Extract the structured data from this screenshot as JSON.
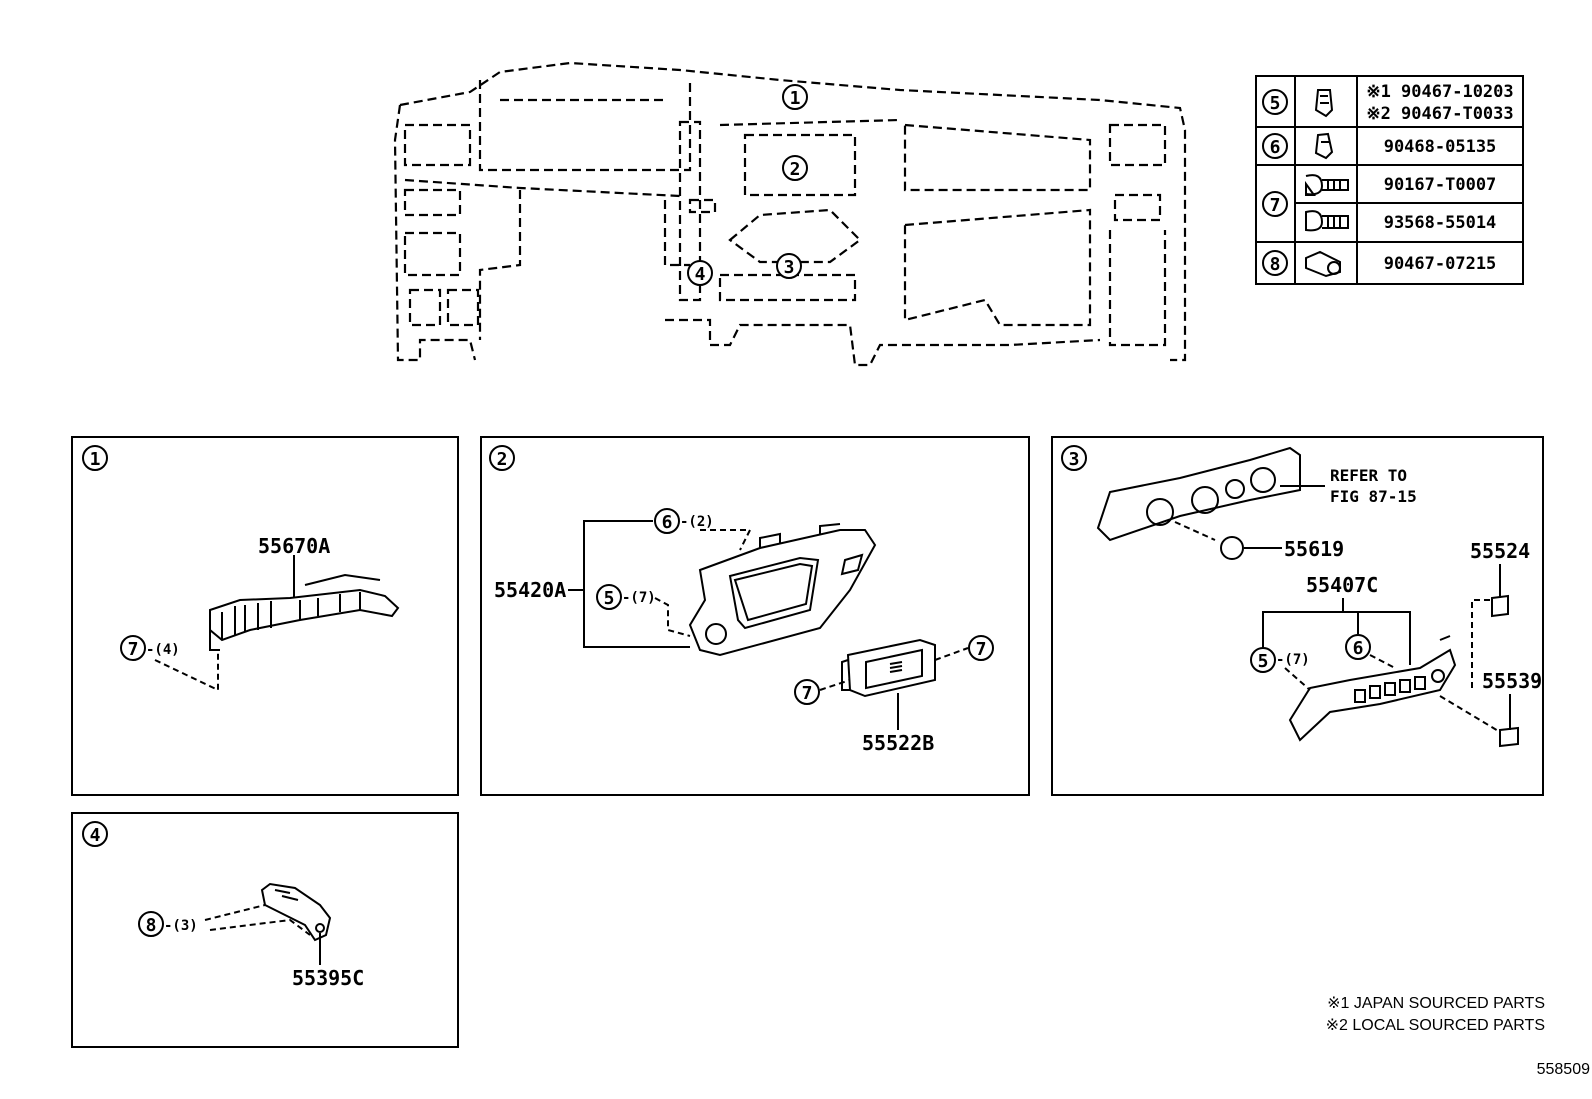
{
  "panels": {
    "p1": {
      "badge": "1"
    },
    "p2": {
      "badge": "2"
    },
    "p3": {
      "badge": "3"
    },
    "p4": {
      "badge": "4"
    }
  },
  "overview": {
    "callouts": [
      "1",
      "2",
      "3",
      "4"
    ]
  },
  "hardware_table": {
    "rows": [
      {
        "num": "5",
        "icon": "clip-icon",
        "parts": [
          "※1 90467-10203",
          "※2 90467-T0033"
        ]
      },
      {
        "num": "6",
        "icon": "clip-icon",
        "parts": [
          "90468-05135"
        ]
      },
      {
        "num": "7",
        "icon": "screw-icon",
        "parts": [
          "90167-T0007"
        ]
      },
      {
        "num": "7",
        "icon": "screw-icon",
        "parts": [
          "93568-55014"
        ]
      },
      {
        "num": "8",
        "icon": "bolt-icon",
        "parts": [
          "90467-07215"
        ]
      }
    ]
  },
  "labels": {
    "p55670A": "55670A",
    "c7": "7",
    "q4": "-(4)",
    "p55420A": "55420A",
    "c6": "6",
    "q2": "-(2)",
    "c5": "5",
    "q7": "-(7)",
    "p55522B": "55522B",
    "c7a": "7",
    "c7b": "7",
    "refer1": "REFER TO",
    "refer2": "FIG 87-15",
    "p55619": "55619",
    "p55524": "55524",
    "p55407C": "55407C",
    "c5b": "5",
    "q7b": "-(7)",
    "c6b": "6",
    "p55539": "55539",
    "c8": "8",
    "q3": "-(3)",
    "p55395C": "55395C"
  },
  "footnotes": [
    "※1  JAPAN SOURCED PARTS",
    "※2  LOCAL SOURCED PARTS"
  ],
  "figure_code": "558509"
}
